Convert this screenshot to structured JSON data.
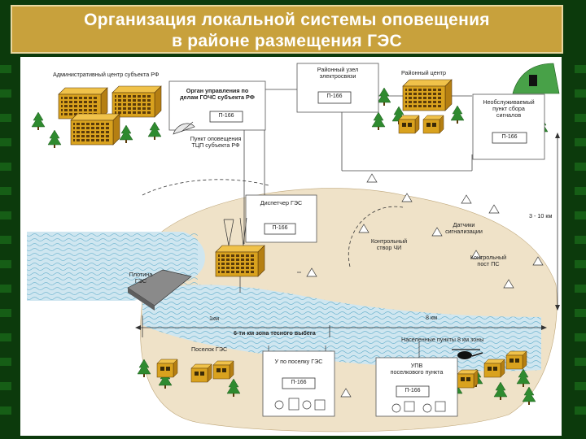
{
  "title": {
    "line1": "Организация локальной системы оповещения",
    "line2": "в районе размещения ГЭС"
  },
  "labels": {
    "admin_center": "Административный центр субъекта РФ",
    "district_node_1": "Районный узел",
    "district_node_2": "электросвязи",
    "district_center": "Районный центр",
    "authority_1": "Орган управления по",
    "authority_2": "делам ГОЧС субъекта РФ",
    "warning_1": "Пункт оповещения",
    "warning_2": "ТЦП субъекта РФ",
    "manned_1": "Необслуживаемый",
    "manned_2": "пункт сбора",
    "manned_3": "сигналов",
    "dispatcher": "Диспетчер ГЭС",
    "sensors_1": "Датчики",
    "sensors_2": "сигнализации",
    "control_1": "Контрольный",
    "control_2": "створ ЧИ",
    "control_post_1": "Контрольный",
    "control_post_2": "пост ПС",
    "dam_1": "Плотина",
    "dam_2": "ГЭС",
    "distance_1": "3 - 10 км",
    "km_left": "1км",
    "km_right": "8 км",
    "zone": "6-ти км зона тесного выбега",
    "settlement": "Поселок ГЭС",
    "settlements_8": "Населенные пункты 8 км зоны",
    "ufo_post": "У по поселку ГЭС",
    "upv_1": "УПВ",
    "upv_2": "поселкового пункта"
  },
  "devices": {
    "p166_a": "П-166",
    "p166_b": "П-166",
    "p166_c": "П-166",
    "p166_d": "П-166",
    "p166_e": "П-166",
    "p166_f": "П-166"
  },
  "colors": {
    "background": "#0c3a0c",
    "title_bg": "#c8a13c",
    "land": "#efe2c8",
    "water": "#cfe6f0",
    "tree": "#2f8a2f",
    "building": "#d9a21e"
  }
}
